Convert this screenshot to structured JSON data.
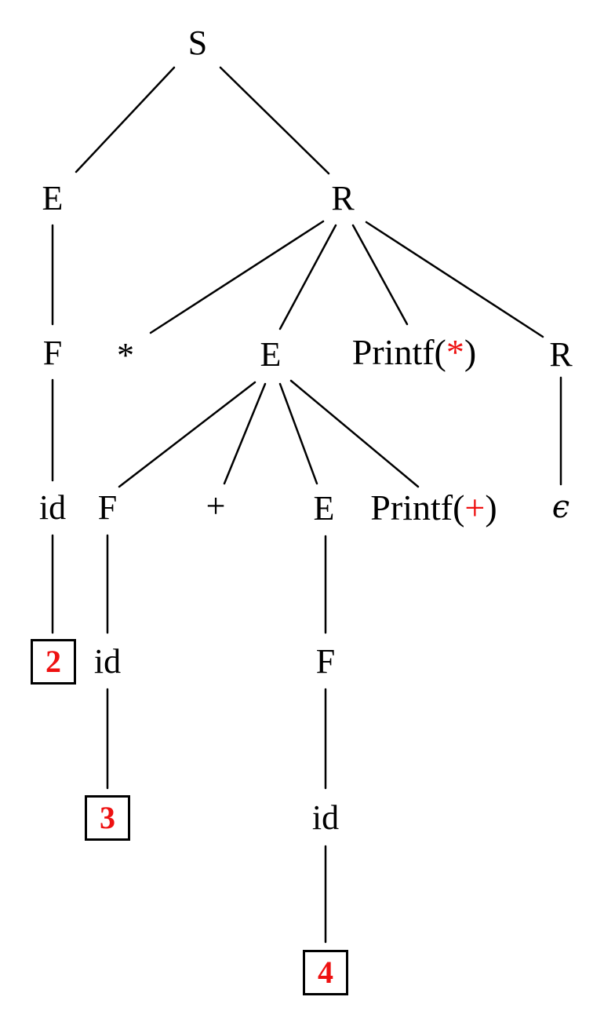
{
  "figure": {
    "description": "Parse tree (syntax tree) with printf annotations",
    "background_color": "#ffffff",
    "text_color": "#000000",
    "accent_red": "#ee1111"
  },
  "nodes": {
    "s": {
      "label": "S"
    },
    "e1": {
      "label": "E"
    },
    "r1": {
      "label": "R"
    },
    "f1": {
      "label": "F"
    },
    "star": {
      "label": "*"
    },
    "e2": {
      "label": "E"
    },
    "printf_star": {
      "prefix": "Printf(",
      "symbol": "*",
      "suffix": ")"
    },
    "r2": {
      "label": "R"
    },
    "id1": {
      "label": "id"
    },
    "f2": {
      "label": "F"
    },
    "plus": {
      "label": "+"
    },
    "e3": {
      "label": "E"
    },
    "printf_plus": {
      "prefix": "Printf(",
      "symbol": "+",
      "suffix": ")"
    },
    "epsilon": {
      "label": "ϵ"
    },
    "box2": {
      "label": "2"
    },
    "id2": {
      "label": "id"
    },
    "f3": {
      "label": "F"
    },
    "box3": {
      "label": "3"
    },
    "id3": {
      "label": "id"
    },
    "box4": {
      "label": "4"
    }
  },
  "tree_edges": [
    [
      "s",
      "e1"
    ],
    [
      "s",
      "r1"
    ],
    [
      "e1",
      "f1"
    ],
    [
      "f1",
      "id1"
    ],
    [
      "id1",
      "box2"
    ],
    [
      "r1",
      "star"
    ],
    [
      "r1",
      "e2"
    ],
    [
      "r1",
      "printf_star"
    ],
    [
      "r1",
      "r2"
    ],
    [
      "e2",
      "f2"
    ],
    [
      "e2",
      "plus"
    ],
    [
      "e2",
      "e3"
    ],
    [
      "e2",
      "printf_plus"
    ],
    [
      "f2",
      "id2"
    ],
    [
      "id2",
      "box3"
    ],
    [
      "e3",
      "f3"
    ],
    [
      "f3",
      "id3"
    ],
    [
      "id3",
      "box4"
    ],
    [
      "r2",
      "epsilon"
    ]
  ]
}
